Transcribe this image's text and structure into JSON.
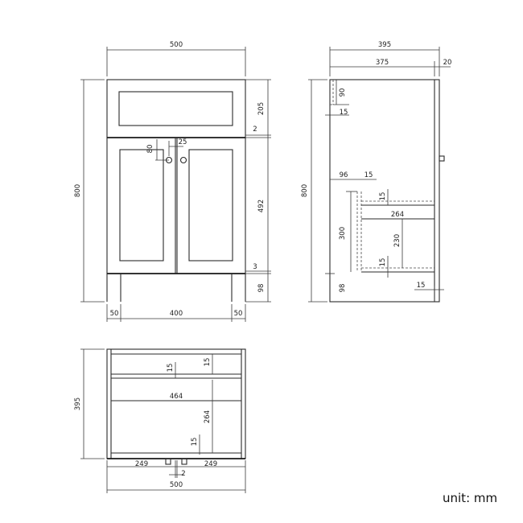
{
  "unit_label": "unit: mm",
  "front": {
    "width": "500",
    "height": "800",
    "drawer": "205",
    "gap_top": "2",
    "door": "492",
    "gap_bottom": "3",
    "plinth": "98",
    "hole_offset": "80",
    "hole_gap": "25",
    "leg_left": "50",
    "inner": "400",
    "leg_right": "50"
  },
  "side": {
    "depth": "395",
    "body_depth": "375",
    "door_depth": "20",
    "height": "800",
    "top_rail": "90",
    "rail_thk": "15",
    "back_gap": "96",
    "shelf_thk_a": "15",
    "shelf_thk_b": "15",
    "inner_depth": "264",
    "back_height": "300",
    "inner_height": "230",
    "shelf_thk_c": "15",
    "bottom_thk": "15",
    "plinth": "98"
  },
  "top": {
    "depth": "395",
    "top_thk": "15",
    "rail_thk": "15",
    "inner_width": "464",
    "inner_depth": "264",
    "base_thk": "15",
    "left": "249",
    "right": "249",
    "center_gap": "2",
    "width": "500"
  }
}
